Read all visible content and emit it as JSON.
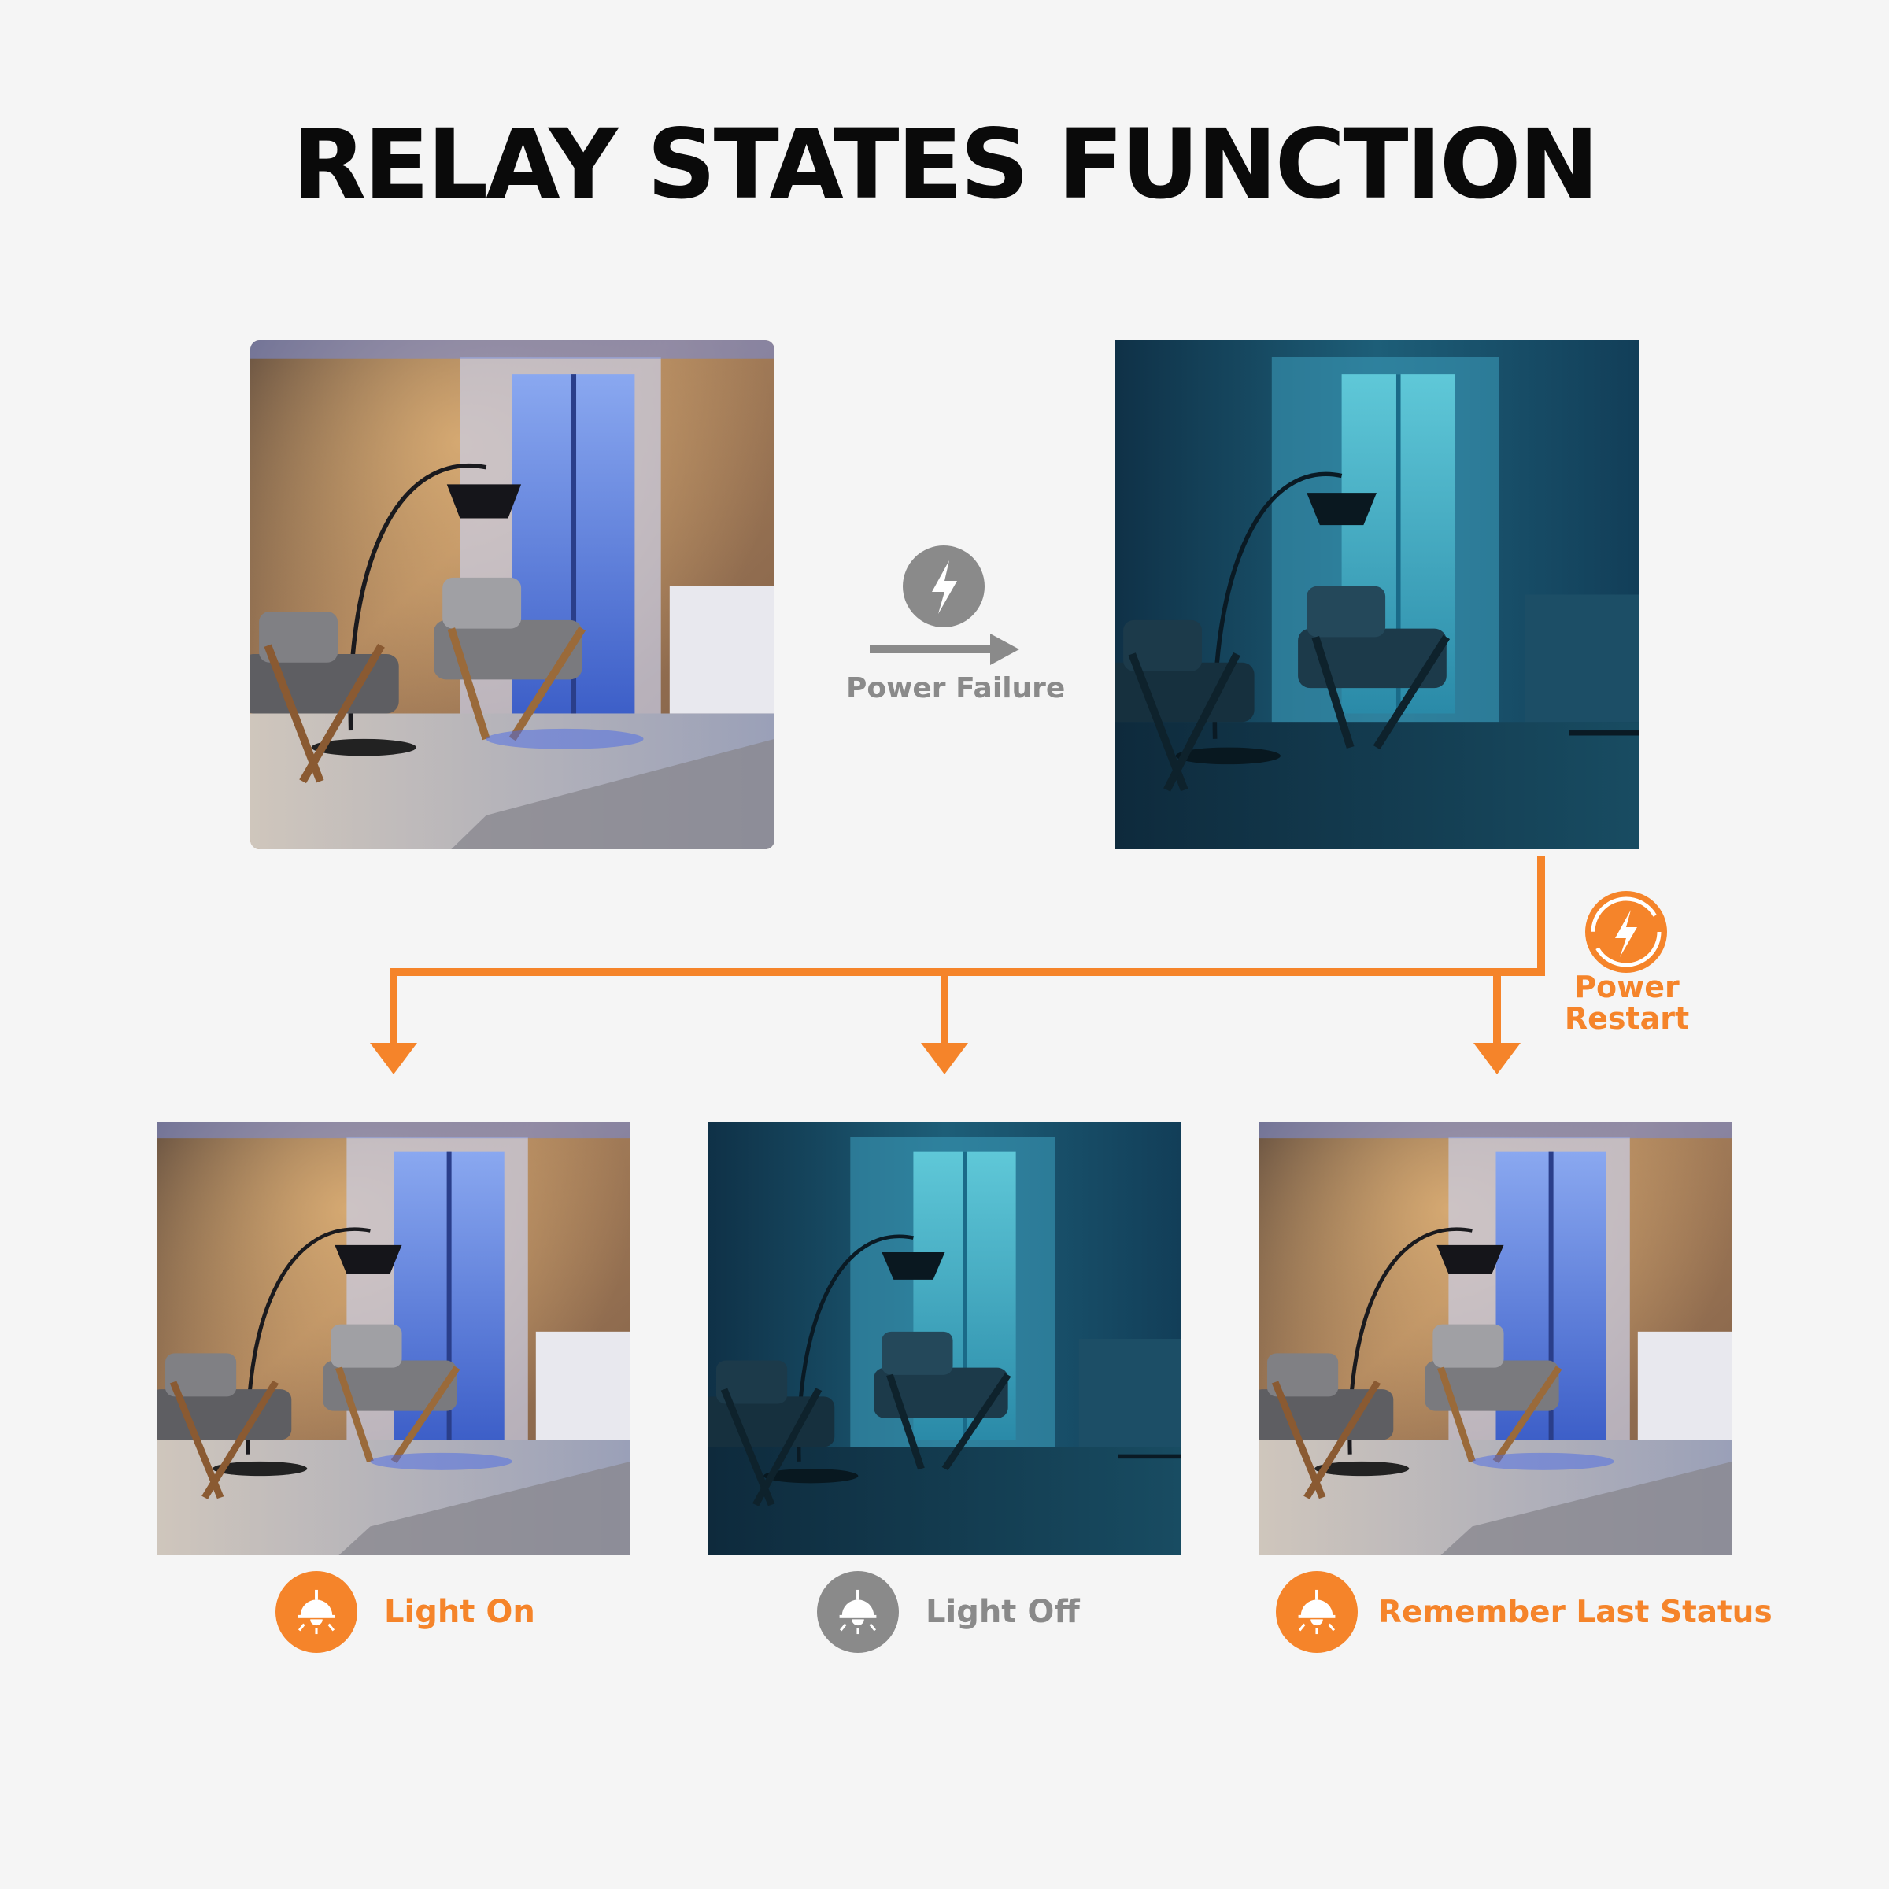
{
  "title": "RELAY STATES FUNCTION",
  "transition": {
    "failure_label": "Power Failure",
    "restart_label_line1": "Power",
    "restart_label_line2": "Restart"
  },
  "outcomes": [
    {
      "label": "Light On",
      "state": "on"
    },
    {
      "label": "Light Off",
      "state": "off"
    },
    {
      "label": "Remember Last Status",
      "state": "on"
    }
  ],
  "colors": {
    "accent": "#f5842a",
    "muted": "#8a8a8a",
    "title": "#0a0a0a"
  },
  "icons": {
    "failure": "lightning-bolt-icon",
    "restart": "power-restart-icon",
    "bulb": "pendant-lamp-icon"
  }
}
